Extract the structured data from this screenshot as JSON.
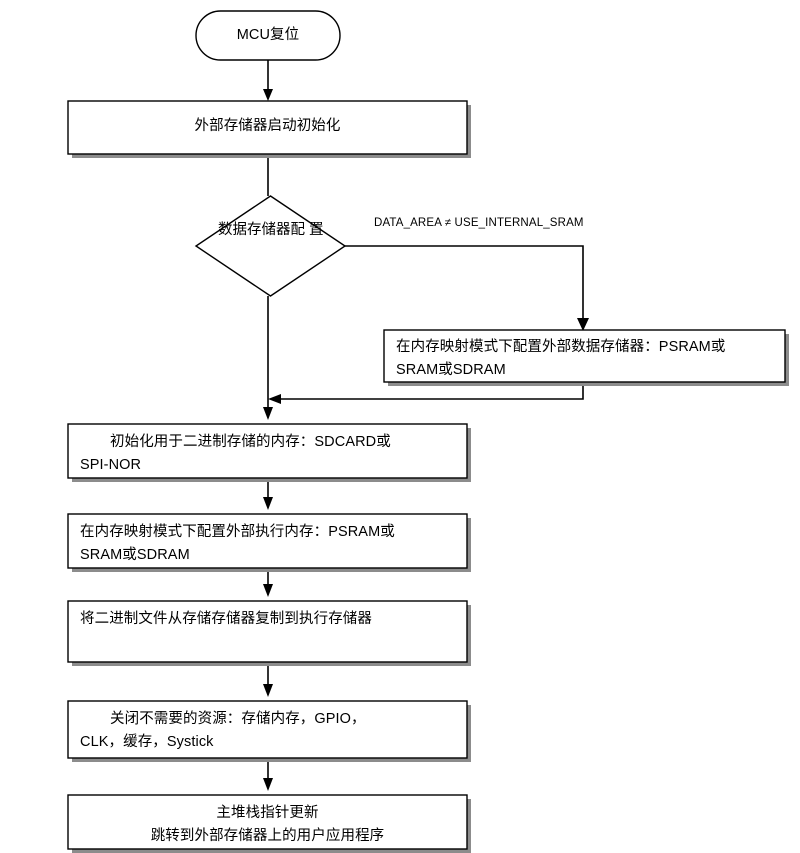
{
  "diagram": {
    "type": "flowchart",
    "orientation": "top-to-bottom",
    "title_present": false,
    "nodes": {
      "start": {
        "shape": "stadium",
        "label": "MCU复位",
        "align": "center"
      },
      "init_ext_mem": {
        "shape": "rectangle",
        "label": "外部存储器启动初始化",
        "align": "center"
      },
      "decision_data_mem": {
        "shape": "diamond",
        "label": "数据存储器配\n置",
        "align": "left"
      },
      "config_ext_data_mem": {
        "shape": "rectangle",
        "label": "在内存映射模式下配置外部数据存储器：PSRAM或\nSRAM或SDRAM",
        "align": "left"
      },
      "init_binary_storage": {
        "shape": "rectangle",
        "label": "初始化用于二进制存储的内存：SDCARD或\nSPI-NOR",
        "align": "left-indent"
      },
      "config_ext_exec_mem": {
        "shape": "rectangle",
        "label": "在内存映射模式下配置外部执行内存：PSRAM或\nSRAM或SDRAM",
        "align": "left"
      },
      "copy_binary": {
        "shape": "rectangle",
        "label": "将二进制文件从存储存储器复制到执行存储器",
        "align": "left"
      },
      "close_resources": {
        "shape": "rectangle",
        "label": "关闭不需要的资源：存储内存，GPIO，\nCLK，缓存，Systick",
        "align": "left-indent"
      },
      "jump_to_app": {
        "shape": "rectangle",
        "label": "主堆栈指针更新\n跳转到外部存储器上的用户应用程序",
        "align": "center"
      }
    },
    "edges": [
      {
        "id": "e-start-init",
        "from": "start",
        "to": "init_ext_mem",
        "label": ""
      },
      {
        "id": "e-init-decision",
        "from": "init_ext_mem",
        "to": "decision_data_mem",
        "label": ""
      },
      {
        "id": "e-decision-branch",
        "from": "decision_data_mem",
        "to": "config_ext_data_mem",
        "label": "DATA_AREA ≠ USE_INTERNAL_SRAM"
      },
      {
        "id": "e-decision-down",
        "from": "decision_data_mem",
        "to": "init_binary_storage",
        "label": ""
      },
      {
        "id": "e-branch-merge",
        "from": "config_ext_data_mem",
        "to": "init_binary_storage",
        "label": ""
      },
      {
        "id": "e-binary-exec",
        "from": "init_binary_storage",
        "to": "config_ext_exec_mem",
        "label": ""
      },
      {
        "id": "e-exec-copy",
        "from": "config_ext_exec_mem",
        "to": "copy_binary",
        "label": ""
      },
      {
        "id": "e-copy-close",
        "from": "copy_binary",
        "to": "close_resources",
        "label": ""
      },
      {
        "id": "e-close-jump",
        "from": "close_resources",
        "to": "jump_to_app",
        "label": ""
      }
    ],
    "colors": {
      "node_fill": "#ffffff",
      "node_stroke": "#000000",
      "shadow": "#8c8c8c",
      "edge": "#000000",
      "text": "#000000",
      "background": "#ffffff"
    }
  }
}
